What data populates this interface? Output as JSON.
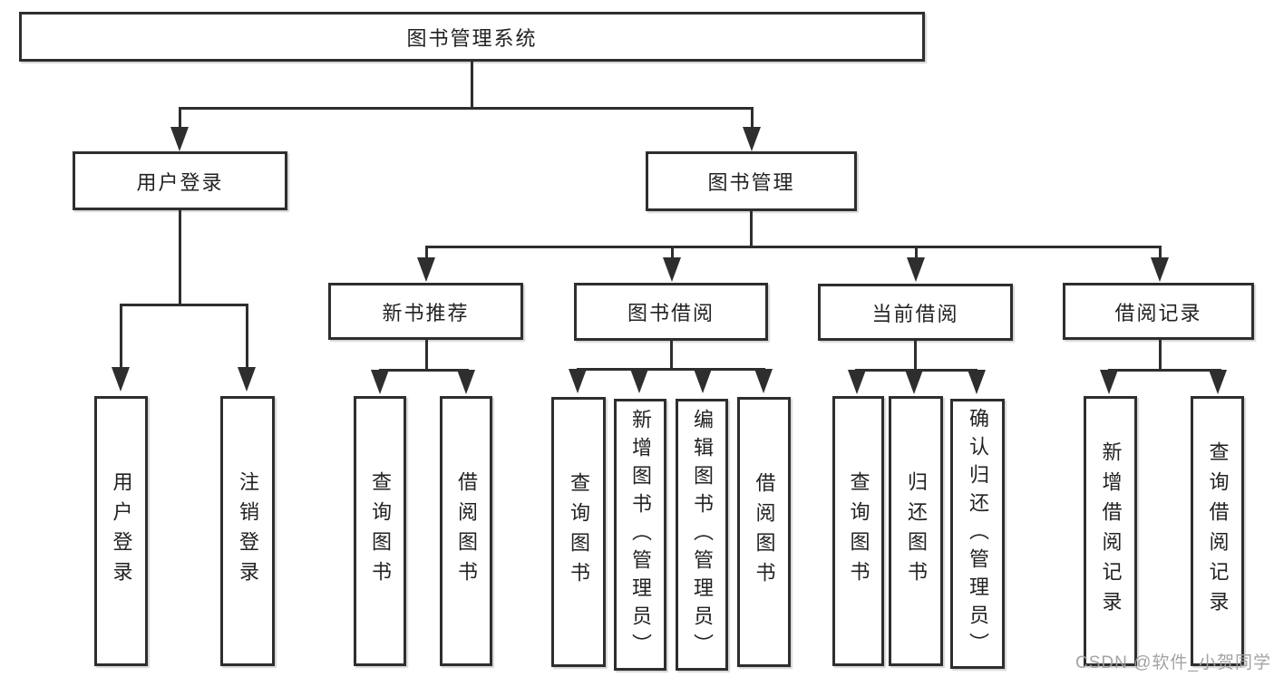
{
  "tree": {
    "root": {
      "label": "图书管理系统",
      "children": [
        {
          "label": "用户登录",
          "children": [
            {
              "label": "用户登录"
            },
            {
              "label": "注销登录"
            }
          ]
        },
        {
          "label": "图书管理",
          "children": [
            {
              "label": "新书推荐",
              "children": [
                {
                  "label": "查询图书"
                },
                {
                  "label": "借阅图书"
                }
              ]
            },
            {
              "label": "图书借阅",
              "children": [
                {
                  "label": "查询图书"
                },
                {
                  "label": "新增图书（管理员）"
                },
                {
                  "label": "编辑图书（管理员）"
                },
                {
                  "label": "借阅图书"
                }
              ]
            },
            {
              "label": "当前借阅",
              "children": [
                {
                  "label": "查询图书"
                },
                {
                  "label": "归还图书"
                },
                {
                  "label": "确认归还（管理员）"
                }
              ]
            },
            {
              "label": "借阅记录",
              "children": [
                {
                  "label": "新增借阅记录"
                },
                {
                  "label": "查询借阅记录"
                }
              ]
            }
          ]
        }
      ]
    }
  },
  "watermark": {
    "text": "CSDN @软件_小贺同学",
    "color": "#9e9e9e"
  },
  "colors": {
    "ink": "#2e2e2e",
    "background": "#ffffff",
    "text": "#222222"
  }
}
